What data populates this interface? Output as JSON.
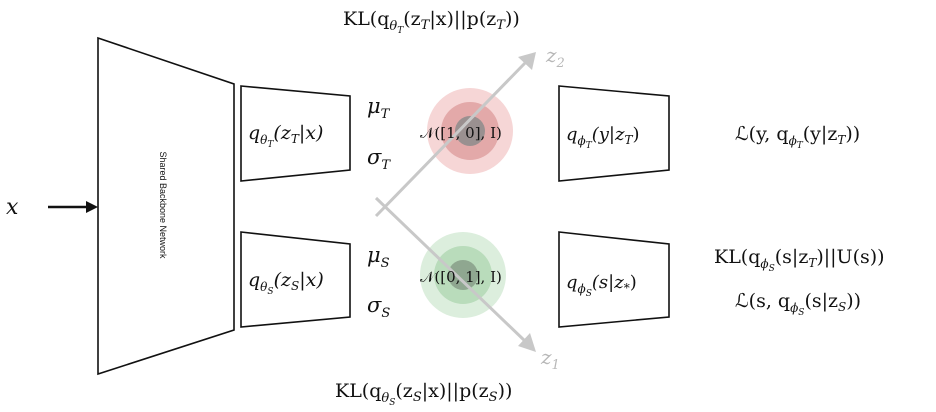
{
  "input": {
    "label": "x"
  },
  "backbone": {
    "label": "Shared Backbone Network"
  },
  "encoders": {
    "top": {
      "q": "q",
      "sub": "θ",
      "subsub": "T",
      "arg": "(z",
      "argsub": "T",
      "cond": "|x)"
    },
    "bottom": {
      "q": "q",
      "sub": "θ",
      "subsub": "S",
      "arg": "(z",
      "argsub": "S",
      "cond": "|x)"
    }
  },
  "params": {
    "mu_top": "μ",
    "mu_top_sub": "T",
    "sigma_top": "σ",
    "sigma_top_sub": "T",
    "mu_bottom": "μ",
    "mu_bottom_sub": "S",
    "sigma_bottom": "σ",
    "sigma_bottom_sub": "S"
  },
  "priors": {
    "top": "𝒩([1, 0], I)",
    "bottom": "𝒩([0, 1], I)"
  },
  "axes": {
    "z2": "z",
    "z2_sub": "2",
    "z1": "z",
    "z1_sub": "1"
  },
  "decoders": {
    "top": {
      "q": "q",
      "sub": "ϕ",
      "subsub": "T",
      "arg": "(y|z",
      "argsub": "T",
      "end": ")"
    },
    "bottom": {
      "q": "q",
      "sub": "ϕ",
      "subsub": "S",
      "arg": "(s|z",
      "argsub": "*",
      "end": ")"
    }
  },
  "losses": {
    "kl_top": "KL(q",
    "kl_top_sub": "θ",
    "kl_top_subsub": "T",
    "kl_top_rest": "(z",
    "kl_top_z": "T",
    "kl_top_tail": "|x)||p(z",
    "kl_top_tail_sub": "T",
    "kl_top_end": "))",
    "kl_bottom": "KL(q",
    "kl_bottom_sub": "θ",
    "kl_bottom_subsub": "S",
    "kl_bottom_rest": "(z",
    "kl_bottom_z": "S",
    "kl_bottom_tail": "|x)||p(z",
    "kl_bottom_tail_sub": "S",
    "kl_bottom_end": "))",
    "task_top": "ℒ(y, q",
    "task_top_sub": "ϕ",
    "task_top_subsub": "T",
    "task_top_rest": "(y|z",
    "task_top_z": "T",
    "task_top_end": "))",
    "kl_sens": "KL(q",
    "kl_sens_sub": "ϕ",
    "kl_sens_subsub": "S",
    "kl_sens_rest": "(s|z",
    "kl_sens_z": "T",
    "kl_sens_end": ")||U(s))",
    "task_sens": "ℒ(s, q",
    "task_sens_sub": "ϕ",
    "task_sens_subsub": "S",
    "task_sens_rest": "(s|z",
    "task_sens_z": "S",
    "task_sens_end": "))"
  },
  "colors": {
    "stroke": "#111111",
    "axis": "#c8c8c8",
    "axis_label": "#b8b8b8",
    "red_outer": "#f6d6d6",
    "red_inner": "#e3a9a9",
    "red_core": "#9a9090",
    "green_outer": "#dceedd",
    "green_inner": "#b9dcbb",
    "green_core": "#8fa790"
  }
}
